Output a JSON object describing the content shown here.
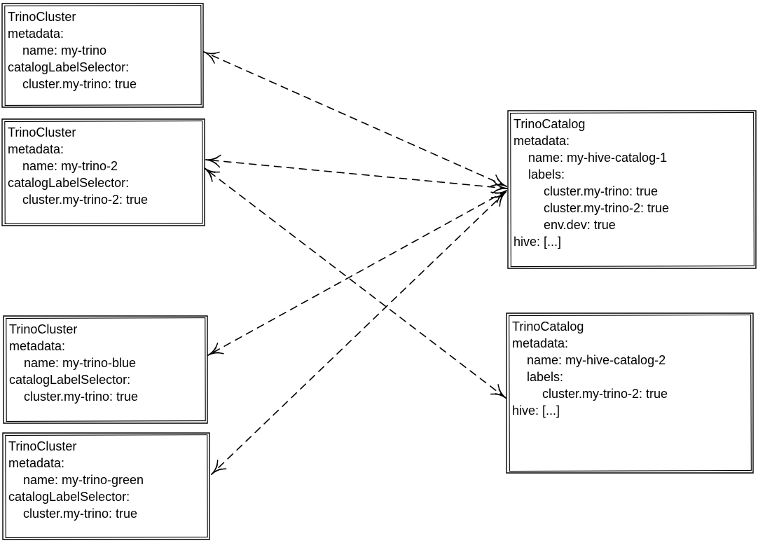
{
  "diagram": {
    "background_color": "#ffffff",
    "stroke_color": "#000000",
    "text_color": "#000000",
    "nodes": [
      {
        "id": "cluster-my-trino",
        "kind": "TrinoCluster",
        "lines": [
          "TrinoCluster",
          "metadata:",
          "name: my-trino",
          "catalogLabelSelector:",
          "cluster.my-trino: true"
        ]
      },
      {
        "id": "cluster-my-trino-2",
        "kind": "TrinoCluster",
        "lines": [
          "TrinoCluster",
          "metadata:",
          "name: my-trino-2",
          "catalogLabelSelector:",
          "cluster.my-trino-2: true"
        ]
      },
      {
        "id": "cluster-my-trino-blue",
        "kind": "TrinoCluster",
        "lines": [
          "TrinoCluster",
          "metadata:",
          "name: my-trino-blue",
          "catalogLabelSelector:",
          "cluster.my-trino: true"
        ]
      },
      {
        "id": "cluster-my-trino-green",
        "kind": "TrinoCluster",
        "lines": [
          "TrinoCluster",
          "metadata:",
          "name: my-trino-green",
          "catalogLabelSelector:",
          "cluster.my-trino: true"
        ]
      },
      {
        "id": "catalog-my-hive-catalog-1",
        "kind": "TrinoCatalog",
        "lines": [
          "TrinoCatalog",
          "metadata:",
          "name: my-hive-catalog-1",
          "labels:",
          "cluster.my-trino: true",
          "cluster.my-trino-2: true",
          "env.dev: true",
          "hive: [...]"
        ]
      },
      {
        "id": "catalog-my-hive-catalog-2",
        "kind": "TrinoCatalog",
        "lines": [
          "TrinoCatalog",
          "metadata:",
          "name: my-hive-catalog-2",
          "labels:",
          "cluster.my-trino-2: true",
          "hive: [...]"
        ]
      }
    ],
    "edges": [
      {
        "from": "catalog-my-hive-catalog-1",
        "to": "cluster-my-trino",
        "style": "dashed",
        "arrowheads": "both"
      },
      {
        "from": "catalog-my-hive-catalog-1",
        "to": "cluster-my-trino-2",
        "style": "dashed",
        "arrowheads": "both"
      },
      {
        "from": "catalog-my-hive-catalog-1",
        "to": "cluster-my-trino-blue",
        "style": "dashed",
        "arrowheads": "both"
      },
      {
        "from": "catalog-my-hive-catalog-1",
        "to": "cluster-my-trino-green",
        "style": "dashed",
        "arrowheads": "both"
      },
      {
        "from": "catalog-my-hive-catalog-2",
        "to": "cluster-my-trino-2",
        "style": "dashed",
        "arrowheads": "both"
      }
    ]
  }
}
